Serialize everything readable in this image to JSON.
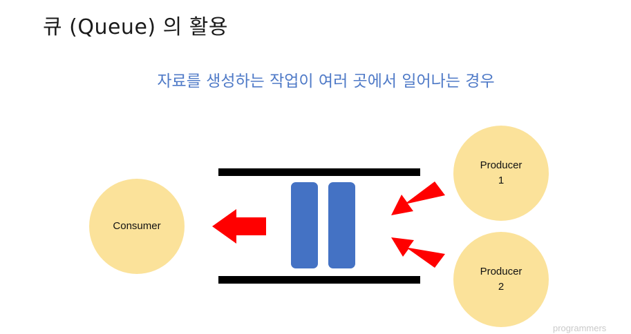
{
  "slide": {
    "title": "큐 (Queue) 의 활용",
    "subtitle": "자료를 생성하는 작업이 여러 곳에서 일어나는 경우"
  },
  "diagram": {
    "consumer_label": "Consumer",
    "producer1_label": "Producer\n1",
    "producer2_label": "Producer\n2"
  },
  "colors": {
    "circle_fill": "#fbe29a",
    "queue_block": "#4472c4",
    "arrow": "#ff0000",
    "rail": "#000000",
    "subtitle": "#4f7ac7"
  },
  "watermark": "programmers"
}
